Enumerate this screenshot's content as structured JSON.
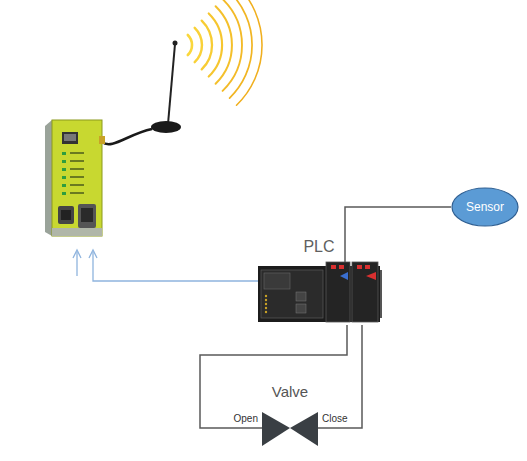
{
  "diagram": {
    "nodes": [
      {
        "text": [
          "Sensor"
        ]
      },
      {
        "text": [
          "PLC"
        ]
      },
      {
        "text": [
          "Valve"
        ]
      }
    ],
    "edges": [
      {
        "from": 1,
        "to": 0,
        "arrow": "none"
      },
      {
        "from": 1,
        "to": 2,
        "label": "Open",
        "arrow": "none"
      },
      {
        "from": 1,
        "to": 2,
        "label": "Close",
        "arrow": "none"
      }
    ]
  }
}
